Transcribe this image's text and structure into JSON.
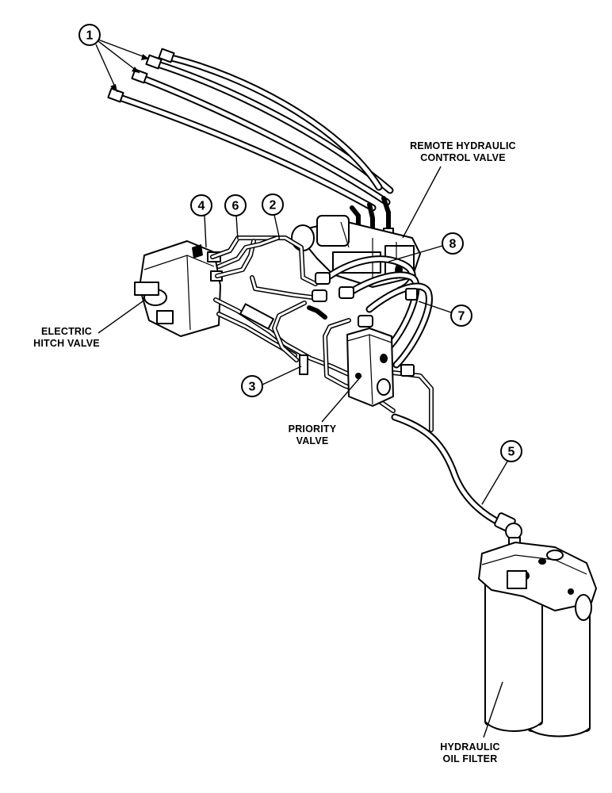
{
  "labels": {
    "remote_valve_line1": "REMOTE HYDRAULIC",
    "remote_valve_line2": "CONTROL VALVE",
    "hitch_valve_line1": "ELECTRIC",
    "hitch_valve_line2": "HITCH VALVE",
    "priority_valve_line1": "PRIORITY",
    "priority_valve_line2": "VALVE",
    "oil_filter_line1": "HYDRAULIC",
    "oil_filter_line2": "OIL FILTER"
  },
  "callouts": {
    "c1": "1",
    "c2": "2",
    "c3": "3",
    "c4": "4",
    "c5": "5",
    "c6": "6",
    "c7": "7",
    "c8": "8"
  }
}
